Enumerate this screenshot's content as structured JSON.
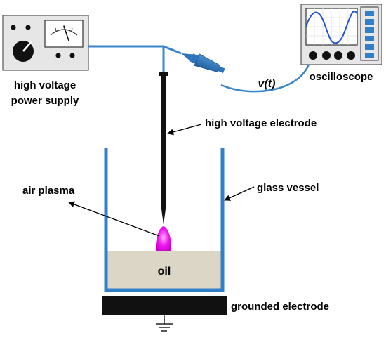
{
  "labels": {
    "power_supply_line1": "high voltage",
    "power_supply_line2": "power supply",
    "oscilloscope": "oscilloscope",
    "signal": "v(t)",
    "hv_electrode": "high voltage electrode",
    "glass_vessel": "glass vessel",
    "air_plasma": "air plasma",
    "oil": "oil",
    "grounded_electrode": "grounded electrode"
  },
  "colors": {
    "wire_blue": "#3b86c8",
    "probe_blue": "#2f74b8",
    "vessel_blue": "#2f80c8",
    "oil_fill": "#dcd6c6",
    "plasma_magenta": "#ee18ee",
    "panel_gray": "#e6e6e6",
    "screen_wave": "#2255cc",
    "electrode_black": "#111111"
  },
  "icons": {
    "power_supply": "high-voltage-power-supply-icon",
    "oscilloscope": "oscilloscope-icon",
    "probe": "voltage-probe-icon",
    "ground": "ground-symbol-icon"
  }
}
